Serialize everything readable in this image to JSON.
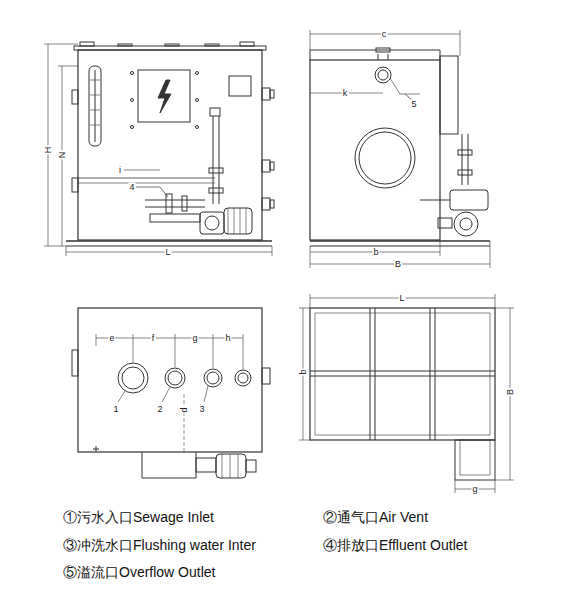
{
  "diagram": {
    "labels": [
      "H",
      "N",
      "i",
      "4",
      "L",
      "c",
      "k",
      "5",
      "b",
      "B",
      "e",
      "f",
      "g",
      "h",
      "1",
      "2",
      "3",
      "d",
      "L",
      "b",
      "B",
      "g",
      "①污水入口Sewage Inlet",
      "②通气口Air Vent",
      "③冲洗水口Flushing water Inter",
      "④排放口Effluent Outlet",
      "⑤溢流口Overflow Outlet"
    ]
  }
}
